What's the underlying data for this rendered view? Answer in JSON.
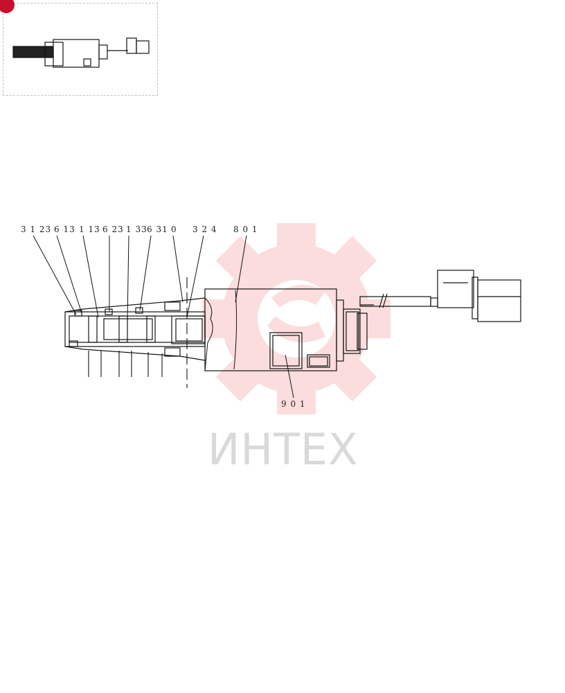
{
  "watermark": {
    "logo_text": "ИНТЕХ",
    "color": "#f5a0a0"
  },
  "callouts": {
    "top": [
      "3 1 23",
      "6 13",
      "1 13",
      "6 23",
      "1 33",
      "6 31",
      "0",
      "3 2 4",
      "8 0 1"
    ],
    "bottom": "9 0 1"
  },
  "colors": {
    "line": "#111111",
    "badge": "#c8102e"
  }
}
